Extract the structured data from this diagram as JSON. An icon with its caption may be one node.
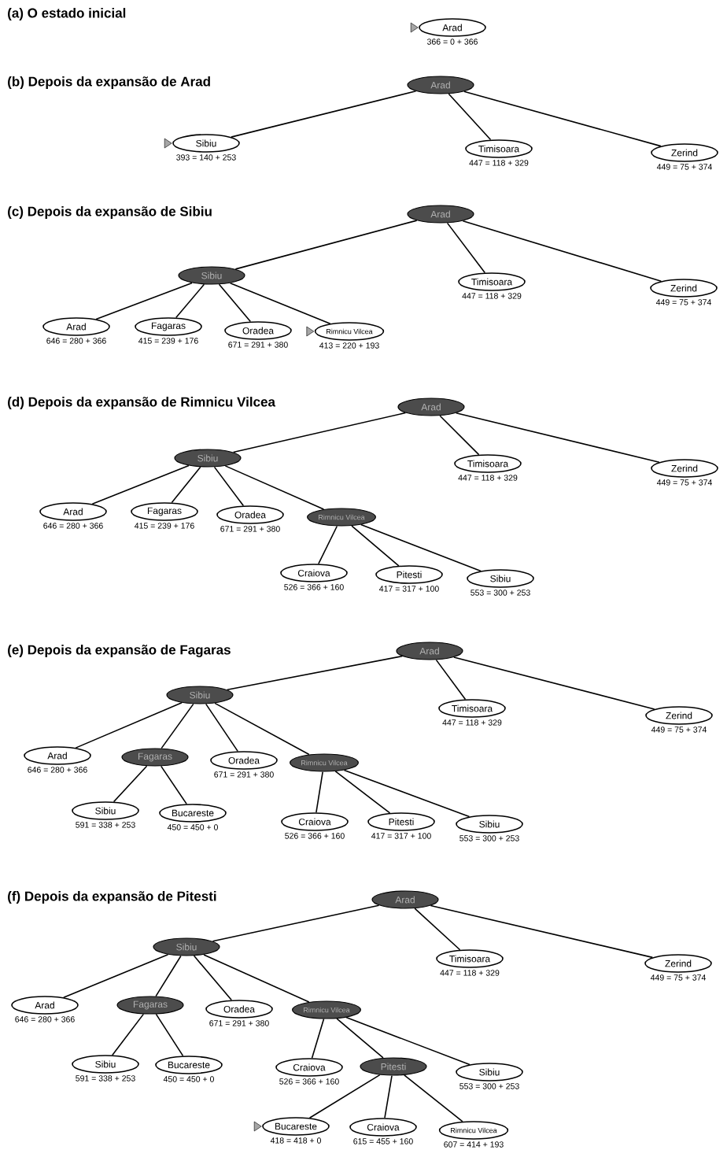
{
  "diagram": {
    "nodes": [
      {
        "text": [
          "Arad"
        ],
        "beside": [
          "366 = 0 + 366"
        ]
      },
      {
        "text": [
          "Arad"
        ]
      },
      {
        "text": [
          "Sibiu"
        ],
        "beside": [
          "393 = 140 + 253"
        ]
      },
      {
        "text": [
          "Timisoara"
        ],
        "beside": [
          "447 = 118 + 329"
        ]
      },
      {
        "text": [
          "Zerind"
        ],
        "beside": [
          "449 = 75 + 374"
        ]
      },
      {
        "text": [
          "Arad"
        ]
      },
      {
        "text": [
          "Sibiu"
        ]
      },
      {
        "text": [
          "Timisoara"
        ],
        "beside": [
          "447 = 118 + 329"
        ]
      },
      {
        "text": [
          "Zerind"
        ],
        "beside": [
          "449 = 75 + 374"
        ]
      },
      {
        "text": [
          "Arad"
        ],
        "beside": [
          "646 = 280 + 366"
        ]
      },
      {
        "text": [
          "Fagaras"
        ],
        "beside": [
          "415 = 239 + 176"
        ]
      },
      {
        "text": [
          "Oradea"
        ],
        "beside": [
          "671 = 291 + 380"
        ]
      },
      {
        "text": [
          "Rimnicu Vilcea"
        ],
        "beside": [
          "413 = 220 + 193"
        ]
      },
      {
        "text": [
          "Arad"
        ]
      },
      {
        "text": [
          "Sibiu"
        ]
      },
      {
        "text": [
          "Timisoara"
        ],
        "beside": [
          "447 = 118 + 329"
        ]
      },
      {
        "text": [
          "Zerind"
        ],
        "beside": [
          "449 = 75 + 374"
        ]
      },
      {
        "text": [
          "Arad"
        ],
        "beside": [
          "646 = 280 + 366"
        ]
      },
      {
        "text": [
          "Fagaras"
        ],
        "beside": [
          "415 = 239 + 176"
        ]
      },
      {
        "text": [
          "Oradea"
        ],
        "beside": [
          "671 = 291 + 380"
        ]
      },
      {
        "text": [
          "Rimnicu Vilcea"
        ]
      },
      {
        "text": [
          "Craiova"
        ],
        "beside": [
          "526 = 366 + 160"
        ]
      },
      {
        "text": [
          "Pitesti"
        ],
        "beside": [
          "417 = 317 + 100"
        ]
      },
      {
        "text": [
          "Sibiu"
        ],
        "beside": [
          "553 = 300 + 253"
        ]
      },
      {
        "text": [
          "Arad"
        ]
      },
      {
        "text": [
          "Sibiu"
        ]
      },
      {
        "text": [
          "Timisoara"
        ],
        "beside": [
          "447 = 118 + 329"
        ]
      },
      {
        "text": [
          "Zerind"
        ],
        "beside": [
          "449 = 75 + 374"
        ]
      },
      {
        "text": [
          "Arad"
        ],
        "beside": [
          "646 = 280 + 366"
        ]
      },
      {
        "text": [
          "Fagaras"
        ]
      },
      {
        "text": [
          "Oradea"
        ],
        "beside": [
          "671 = 291 + 380"
        ]
      },
      {
        "text": [
          "Rimnicu Vilcea"
        ]
      },
      {
        "text": [
          "Sibiu"
        ],
        "beside": [
          "591 = 338 + 253"
        ]
      },
      {
        "text": [
          "Bucareste"
        ],
        "beside": [
          "450 = 450 + 0"
        ]
      },
      {
        "text": [
          "Craiova"
        ],
        "beside": [
          "526 = 366 + 160"
        ]
      },
      {
        "text": [
          "Pitesti"
        ],
        "beside": [
          "417 = 317 + 100"
        ]
      },
      {
        "text": [
          "Sibiu"
        ],
        "beside": [
          "553 = 300 + 253"
        ]
      },
      {
        "text": [
          "Arad"
        ]
      },
      {
        "text": [
          "Sibiu"
        ]
      },
      {
        "text": [
          "Timisoara"
        ],
        "beside": [
          "447 = 118 + 329"
        ]
      },
      {
        "text": [
          "Zerind"
        ],
        "beside": [
          "449 = 75 + 374"
        ]
      },
      {
        "text": [
          "Arad"
        ],
        "beside": [
          "646 = 280 + 366"
        ]
      },
      {
        "text": [
          "Fagaras"
        ]
      },
      {
        "text": [
          "Oradea"
        ],
        "beside": [
          "671 = 291 + 380"
        ]
      },
      {
        "text": [
          "Rimnicu Vilcea"
        ]
      },
      {
        "text": [
          "Sibiu"
        ],
        "beside": [
          "591 = 338 + 253"
        ]
      },
      {
        "text": [
          "Bucareste"
        ],
        "beside": [
          "450 = 450 + 0"
        ]
      },
      {
        "text": [
          "Craiova"
        ],
        "beside": [
          "526 = 366 + 160"
        ]
      },
      {
        "text": [
          "Pitesti"
        ]
      },
      {
        "text": [
          "Sibiu"
        ],
        "beside": [
          "553 = 300 + 253"
        ]
      },
      {
        "text": [
          "Bucareste"
        ],
        "beside": [
          "418 = 418 + 0"
        ]
      },
      {
        "text": [
          "Craiova"
        ],
        "beside": [
          "615 = 455 + 160"
        ]
      },
      {
        "text": [
          "Rimnicu Vilcea"
        ],
        "beside": [
          "607 = 414 + 193"
        ]
      }
    ],
    "edges": [
      {
        "from": 1,
        "to": 2,
        "arrow": "none"
      },
      {
        "from": 1,
        "to": 3,
        "arrow": "none"
      },
      {
        "from": 1,
        "to": 4,
        "arrow": "none"
      },
      {
        "from": 5,
        "to": 6,
        "arrow": "none"
      },
      {
        "from": 5,
        "to": 7,
        "arrow": "none"
      },
      {
        "from": 5,
        "to": 8,
        "arrow": "none"
      },
      {
        "from": 6,
        "to": 9,
        "arrow": "none"
      },
      {
        "from": 6,
        "to": 10,
        "arrow": "none"
      },
      {
        "from": 6,
        "to": 11,
        "arrow": "none"
      },
      {
        "from": 6,
        "to": 12,
        "arrow": "none"
      },
      {
        "from": 13,
        "to": 14,
        "arrow": "none"
      },
      {
        "from": 13,
        "to": 15,
        "arrow": "none"
      },
      {
        "from": 13,
        "to": 16,
        "arrow": "none"
      },
      {
        "from": 14,
        "to": 17,
        "arrow": "none"
      },
      {
        "from": 14,
        "to": 18,
        "arrow": "none"
      },
      {
        "from": 14,
        "to": 19,
        "arrow": "none"
      },
      {
        "from": 14,
        "to": 20,
        "arrow": "none"
      },
      {
        "from": 20,
        "to": 21,
        "arrow": "none"
      },
      {
        "from": 20,
        "to": 22,
        "arrow": "none"
      },
      {
        "from": 20,
        "to": 23,
        "arrow": "none"
      },
      {
        "from": 24,
        "to": 25,
        "arrow": "none"
      },
      {
        "from": 24,
        "to": 26,
        "arrow": "none"
      },
      {
        "from": 24,
        "to": 27,
        "arrow": "none"
      },
      {
        "from": 25,
        "to": 28,
        "arrow": "none"
      },
      {
        "from": 25,
        "to": 29,
        "arrow": "none"
      },
      {
        "from": 25,
        "to": 30,
        "arrow": "none"
      },
      {
        "from": 25,
        "to": 31,
        "arrow": "none"
      },
      {
        "from": 29,
        "to": 32,
        "arrow": "none"
      },
      {
        "from": 29,
        "to": 33,
        "arrow": "none"
      },
      {
        "from": 31,
        "to": 34,
        "arrow": "none"
      },
      {
        "from": 31,
        "to": 35,
        "arrow": "none"
      },
      {
        "from": 31,
        "to": 36,
        "arrow": "none"
      },
      {
        "from": 37,
        "to": 38,
        "arrow": "none"
      },
      {
        "from": 37,
        "to": 39,
        "arrow": "none"
      },
      {
        "from": 37,
        "to": 40,
        "arrow": "none"
      },
      {
        "from": 38,
        "to": 41,
        "arrow": "none"
      },
      {
        "from": 38,
        "to": 42,
        "arrow": "none"
      },
      {
        "from": 38,
        "to": 43,
        "arrow": "none"
      },
      {
        "from": 38,
        "to": 44,
        "arrow": "none"
      },
      {
        "from": 42,
        "to": 45,
        "arrow": "none"
      },
      {
        "from": 42,
        "to": 46,
        "arrow": "none"
      },
      {
        "from": 44,
        "to": 47,
        "arrow": "none"
      },
      {
        "from": 44,
        "to": 48,
        "arrow": "none"
      },
      {
        "from": 44,
        "to": 49,
        "arrow": "none"
      },
      {
        "from": 48,
        "to": 50,
        "arrow": "none"
      },
      {
        "from": 48,
        "to": 51,
        "arrow": "none"
      },
      {
        "from": 48,
        "to": 52,
        "arrow": "none"
      }
    ],
    "labels": [
      "(a) O estado inicial",
      "(b) Depois da expansão de Arad",
      "(c) Depois da expansão de Sibiu",
      "(d) Depois da expansão de Rimnicu Vilcea",
      "(e) Depois da expansão de Fagaras",
      "(f) Depois da expansão de Pitesti"
    ]
  }
}
